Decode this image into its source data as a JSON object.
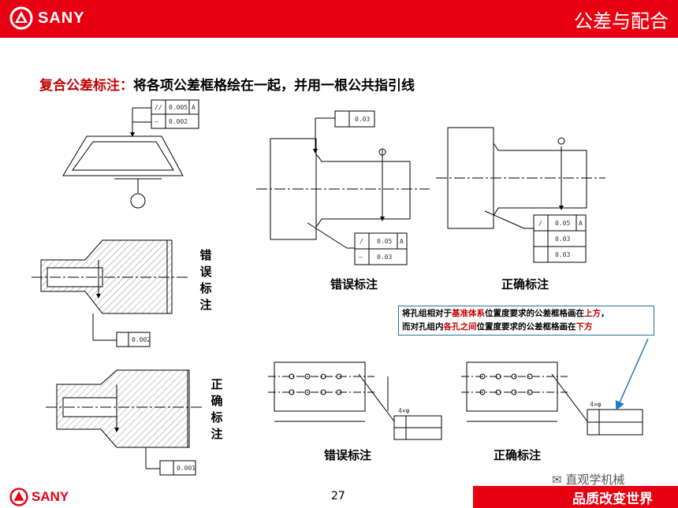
{
  "header": {
    "brand": "SANY",
    "title": "公差与配合"
  },
  "heading": {
    "prefix": "复合公差标注：",
    "text": "将各项公差框格绘在一起，并用一根公共指引线"
  },
  "labels": {
    "wrong_top": "错误标注",
    "right_top": "正确标注",
    "wrong_bottom": "错误标注",
    "right_bottom": "正确标注",
    "vertical_wrong": [
      "错",
      "误",
      "标",
      "注"
    ],
    "vertical_right": [
      "正",
      "确",
      "标",
      "注"
    ]
  },
  "note": {
    "line1_a": "将孔组相对于",
    "line1_b": "基准体系",
    "line1_c": "位置度要求的公差框格画在",
    "line1_d": "上方",
    "line1_e": "，",
    "line2_a": "而对孔组内",
    "line2_b": "各孔之间",
    "line2_c": "位置度要求的公差框格画在",
    "line2_d": "下方"
  },
  "frames": {
    "f1_sym": "//",
    "f1_val": "0.005",
    "f1_ref": "A",
    "f2_sym": "—",
    "f2_val": "0.002",
    "f3_val": "0.03",
    "f4_sym": "/",
    "f4_val": "0.05",
    "f4_ref": "A",
    "f5_sym": "—",
    "f5_val": "0.03",
    "f6_sym": "/",
    "f6_val": "0.05",
    "f6_ref": "A",
    "f7_val": "0.03",
    "f8_val": "0.03",
    "f9_val": "0.002",
    "f10_val": "0.001",
    "hole_label": "4×φ"
  },
  "footer": {
    "brand": "SANY",
    "page": "27",
    "slogan": "品质改变世界",
    "watermark": "直观学机械"
  },
  "colors": {
    "brand_red": "#e60012",
    "note_border": "#2b6ea0",
    "arrow_blue": "#1f78c8",
    "accent_red": "#c00000"
  }
}
